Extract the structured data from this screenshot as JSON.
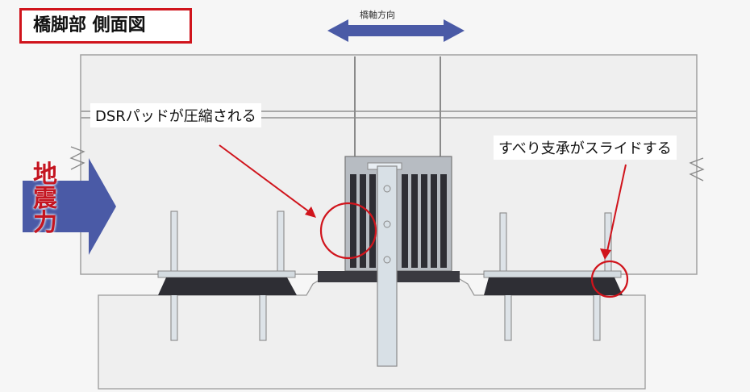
{
  "title": "橋脚部 側面図",
  "bridge_axis_label": "橋軸方向",
  "callout_dsr": "DSRパッドが圧縮される",
  "callout_slide": "すべり支承がスライドする",
  "seismic_force_label": "地震力",
  "colors": {
    "accent_red": "#d0141c",
    "arrow_blue": "#4a5aa6",
    "concrete": "#eeeeee",
    "outline": "#9a9a9a"
  },
  "icons": [
    "bridge-axis-double-arrow-icon",
    "seismic-force-arrow-icon"
  ]
}
